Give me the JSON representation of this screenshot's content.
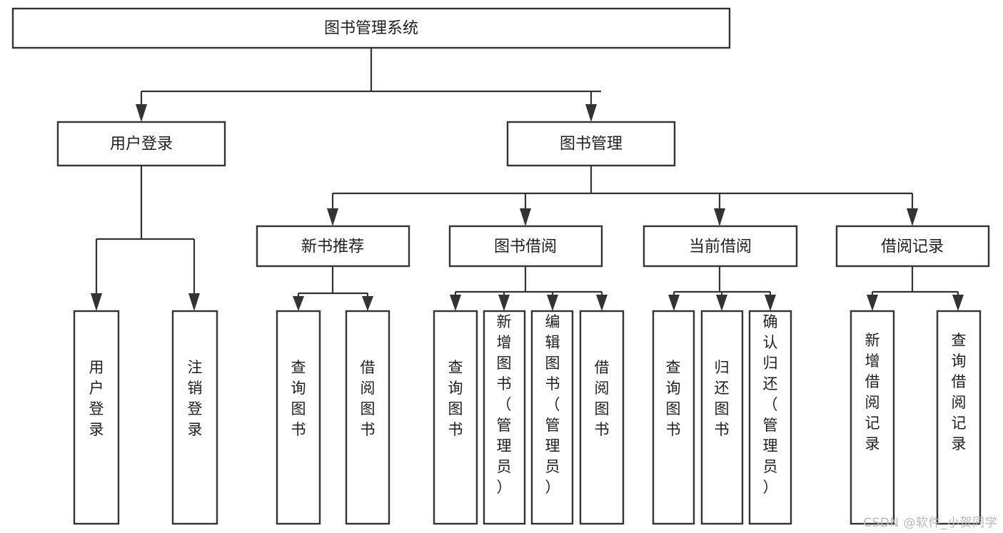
{
  "diagram": {
    "type": "tree-hierarchy",
    "title": "图书管理系统",
    "orientation": "top-down",
    "colors": {
      "box_fill": "#ffffff",
      "box_stroke": "#333333",
      "text": "#1f1f1f",
      "watermark": "#b9b9b9"
    },
    "levels": [
      {
        "level": 1,
        "nodes": [
          {
            "id": "root",
            "label": "图书管理系统"
          }
        ]
      },
      {
        "level": 2,
        "nodes": [
          {
            "id": "login",
            "label": "用户登录",
            "parent": "root"
          },
          {
            "id": "bookmgmt",
            "label": "图书管理",
            "parent": "root"
          }
        ]
      },
      {
        "level": 3,
        "nodes": [
          {
            "id": "newbook",
            "label": "新书推荐",
            "parent": "bookmgmt"
          },
          {
            "id": "borrow",
            "label": "图书借阅",
            "parent": "bookmgmt"
          },
          {
            "id": "current",
            "label": "当前借阅",
            "parent": "bookmgmt"
          },
          {
            "id": "records",
            "label": "借阅记录",
            "parent": "bookmgmt"
          }
        ]
      },
      {
        "level": 4,
        "nodes": [
          {
            "id": "leaf1",
            "label": "用户登录",
            "parent": "login"
          },
          {
            "id": "leaf2",
            "label": "注销登录",
            "parent": "login"
          },
          {
            "id": "leaf3",
            "label": "查询图书",
            "parent": "newbook"
          },
          {
            "id": "leaf4",
            "label": "借阅图书",
            "parent": "newbook"
          },
          {
            "id": "leaf5",
            "label": "查询图书",
            "parent": "borrow"
          },
          {
            "id": "leaf6",
            "label": "新增图书（管理员）",
            "parent": "borrow"
          },
          {
            "id": "leaf7",
            "label": "编辑图书（管理员）",
            "parent": "borrow"
          },
          {
            "id": "leaf8",
            "label": "借阅图书",
            "parent": "borrow"
          },
          {
            "id": "leaf9",
            "label": "查询图书",
            "parent": "current"
          },
          {
            "id": "leaf10",
            "label": "归还图书",
            "parent": "current"
          },
          {
            "id": "leaf11",
            "label": "确认归还（管理员）",
            "parent": "current"
          },
          {
            "id": "leaf12",
            "label": "新增借阅记录",
            "parent": "records"
          },
          {
            "id": "leaf13",
            "label": "查询借阅记录",
            "parent": "records"
          }
        ]
      }
    ]
  },
  "watermark": {
    "text": "CSDN @软件_小贺同学"
  }
}
